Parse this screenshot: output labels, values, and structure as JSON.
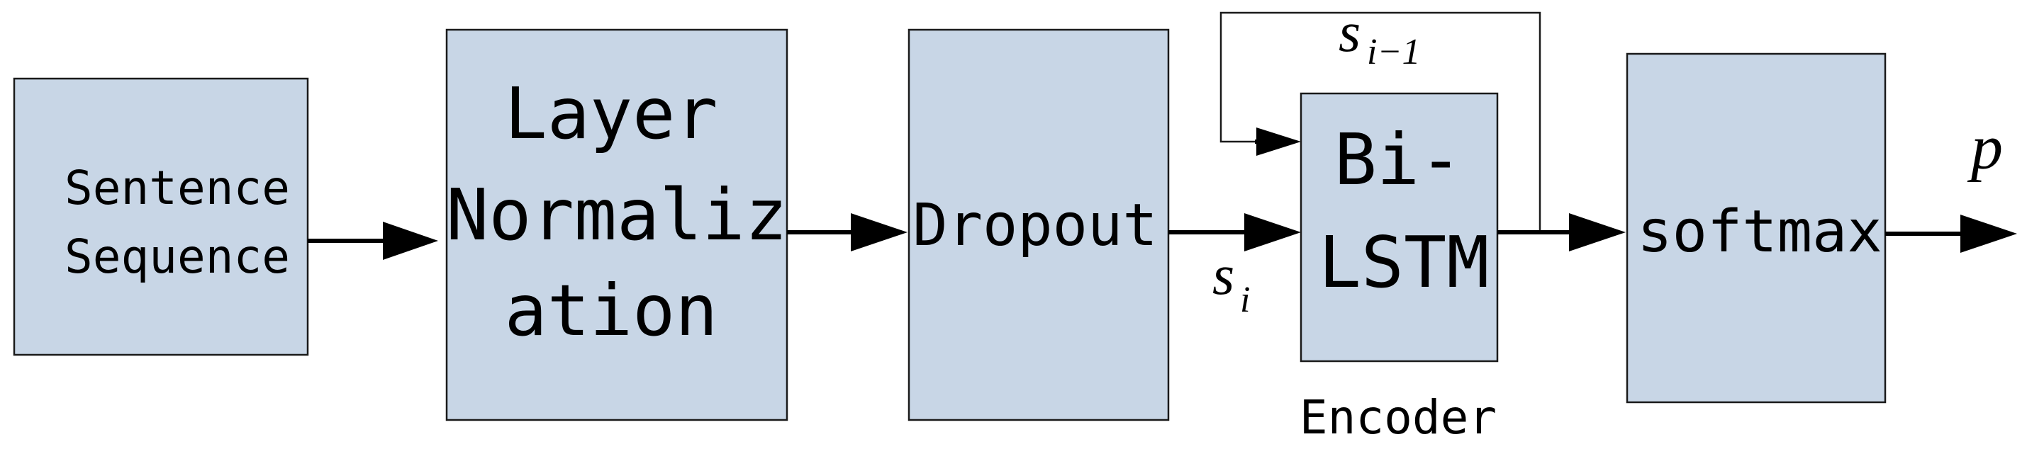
{
  "blocks": {
    "sentence_sequence": {
      "lines": [
        "Sentence",
        "Sequence"
      ]
    },
    "layer_normalization": {
      "lines": [
        "Layer",
        "Normaliz",
        "ation"
      ]
    },
    "dropout": {
      "lines": [
        "Dropout"
      ]
    },
    "bilstm": {
      "lines": [
        "Bi-",
        "LSTM"
      ]
    },
    "softmax": {
      "lines": [
        "softmax"
      ]
    }
  },
  "labels": {
    "encoder": "Encoder",
    "input_state_base": "s",
    "input_state_sub": "i",
    "prev_state_base": "s",
    "prev_state_sub": "i−1",
    "output": "p"
  },
  "colors": {
    "block_fill": "#c8d6e6",
    "stroke": "#1a1a1a"
  }
}
